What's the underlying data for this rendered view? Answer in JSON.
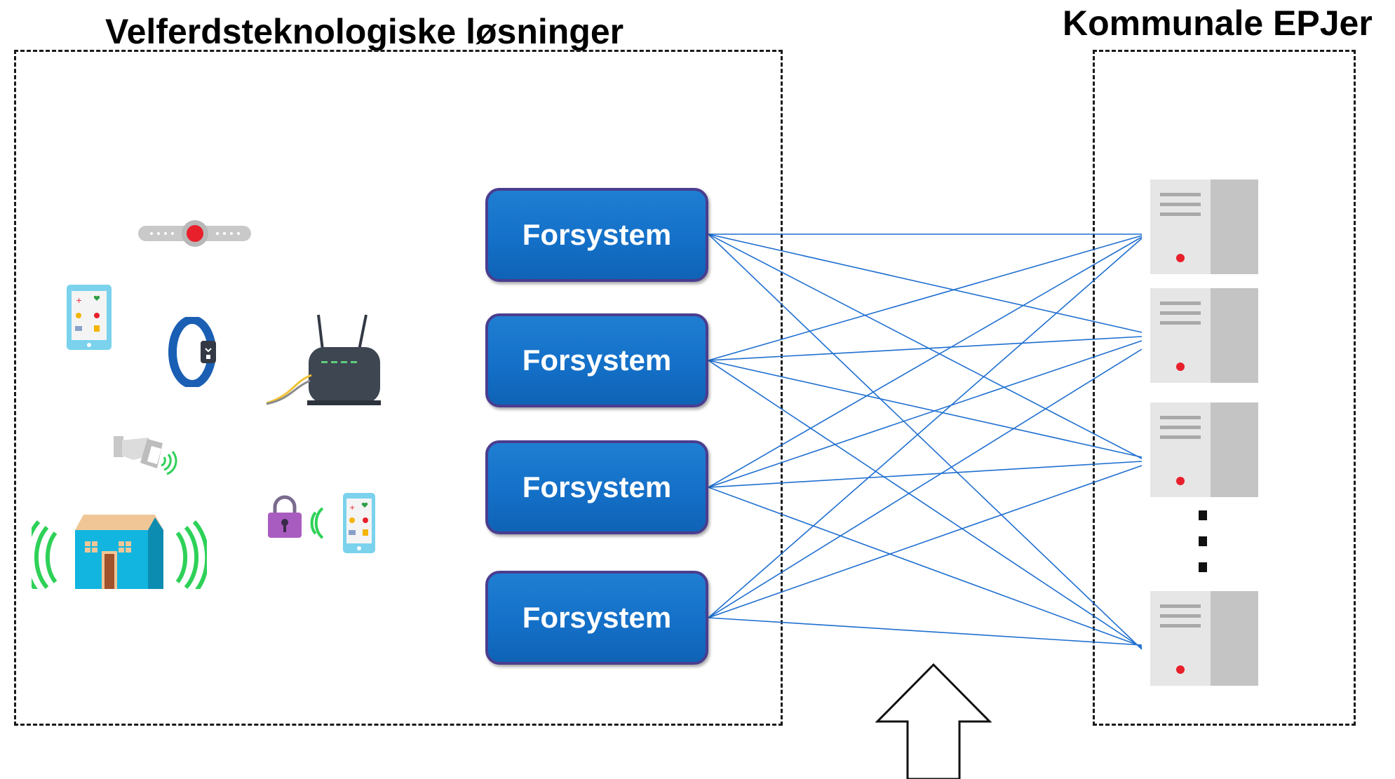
{
  "titles": {
    "left": "Velferdsteknologiske løsninger",
    "right": "Kommunale EPJer"
  },
  "forsystems": [
    {
      "label": "Forsystem"
    },
    {
      "label": "Forsystem"
    },
    {
      "label": "Forsystem"
    },
    {
      "label": "Forsystem"
    }
  ],
  "servers": [
    "server-icon",
    "server-icon",
    "server-icon",
    "server-icon"
  ],
  "devices": [
    "alarm-bracelet-icon",
    "tablet-icon",
    "fitness-band-icon",
    "router-icon",
    "sensor-icon",
    "smart-house-icon",
    "smart-lock-icon",
    "phone-icon"
  ],
  "colors": {
    "forsystem_fill": "#1470c8",
    "forsystem_border": "#4a3d8f",
    "connection_line": "#1f6fd0",
    "signal_green": "#2ed158",
    "server_light": "#e6e6e6",
    "server_dark": "#c4c4c4",
    "status_red": "#e8202c"
  }
}
